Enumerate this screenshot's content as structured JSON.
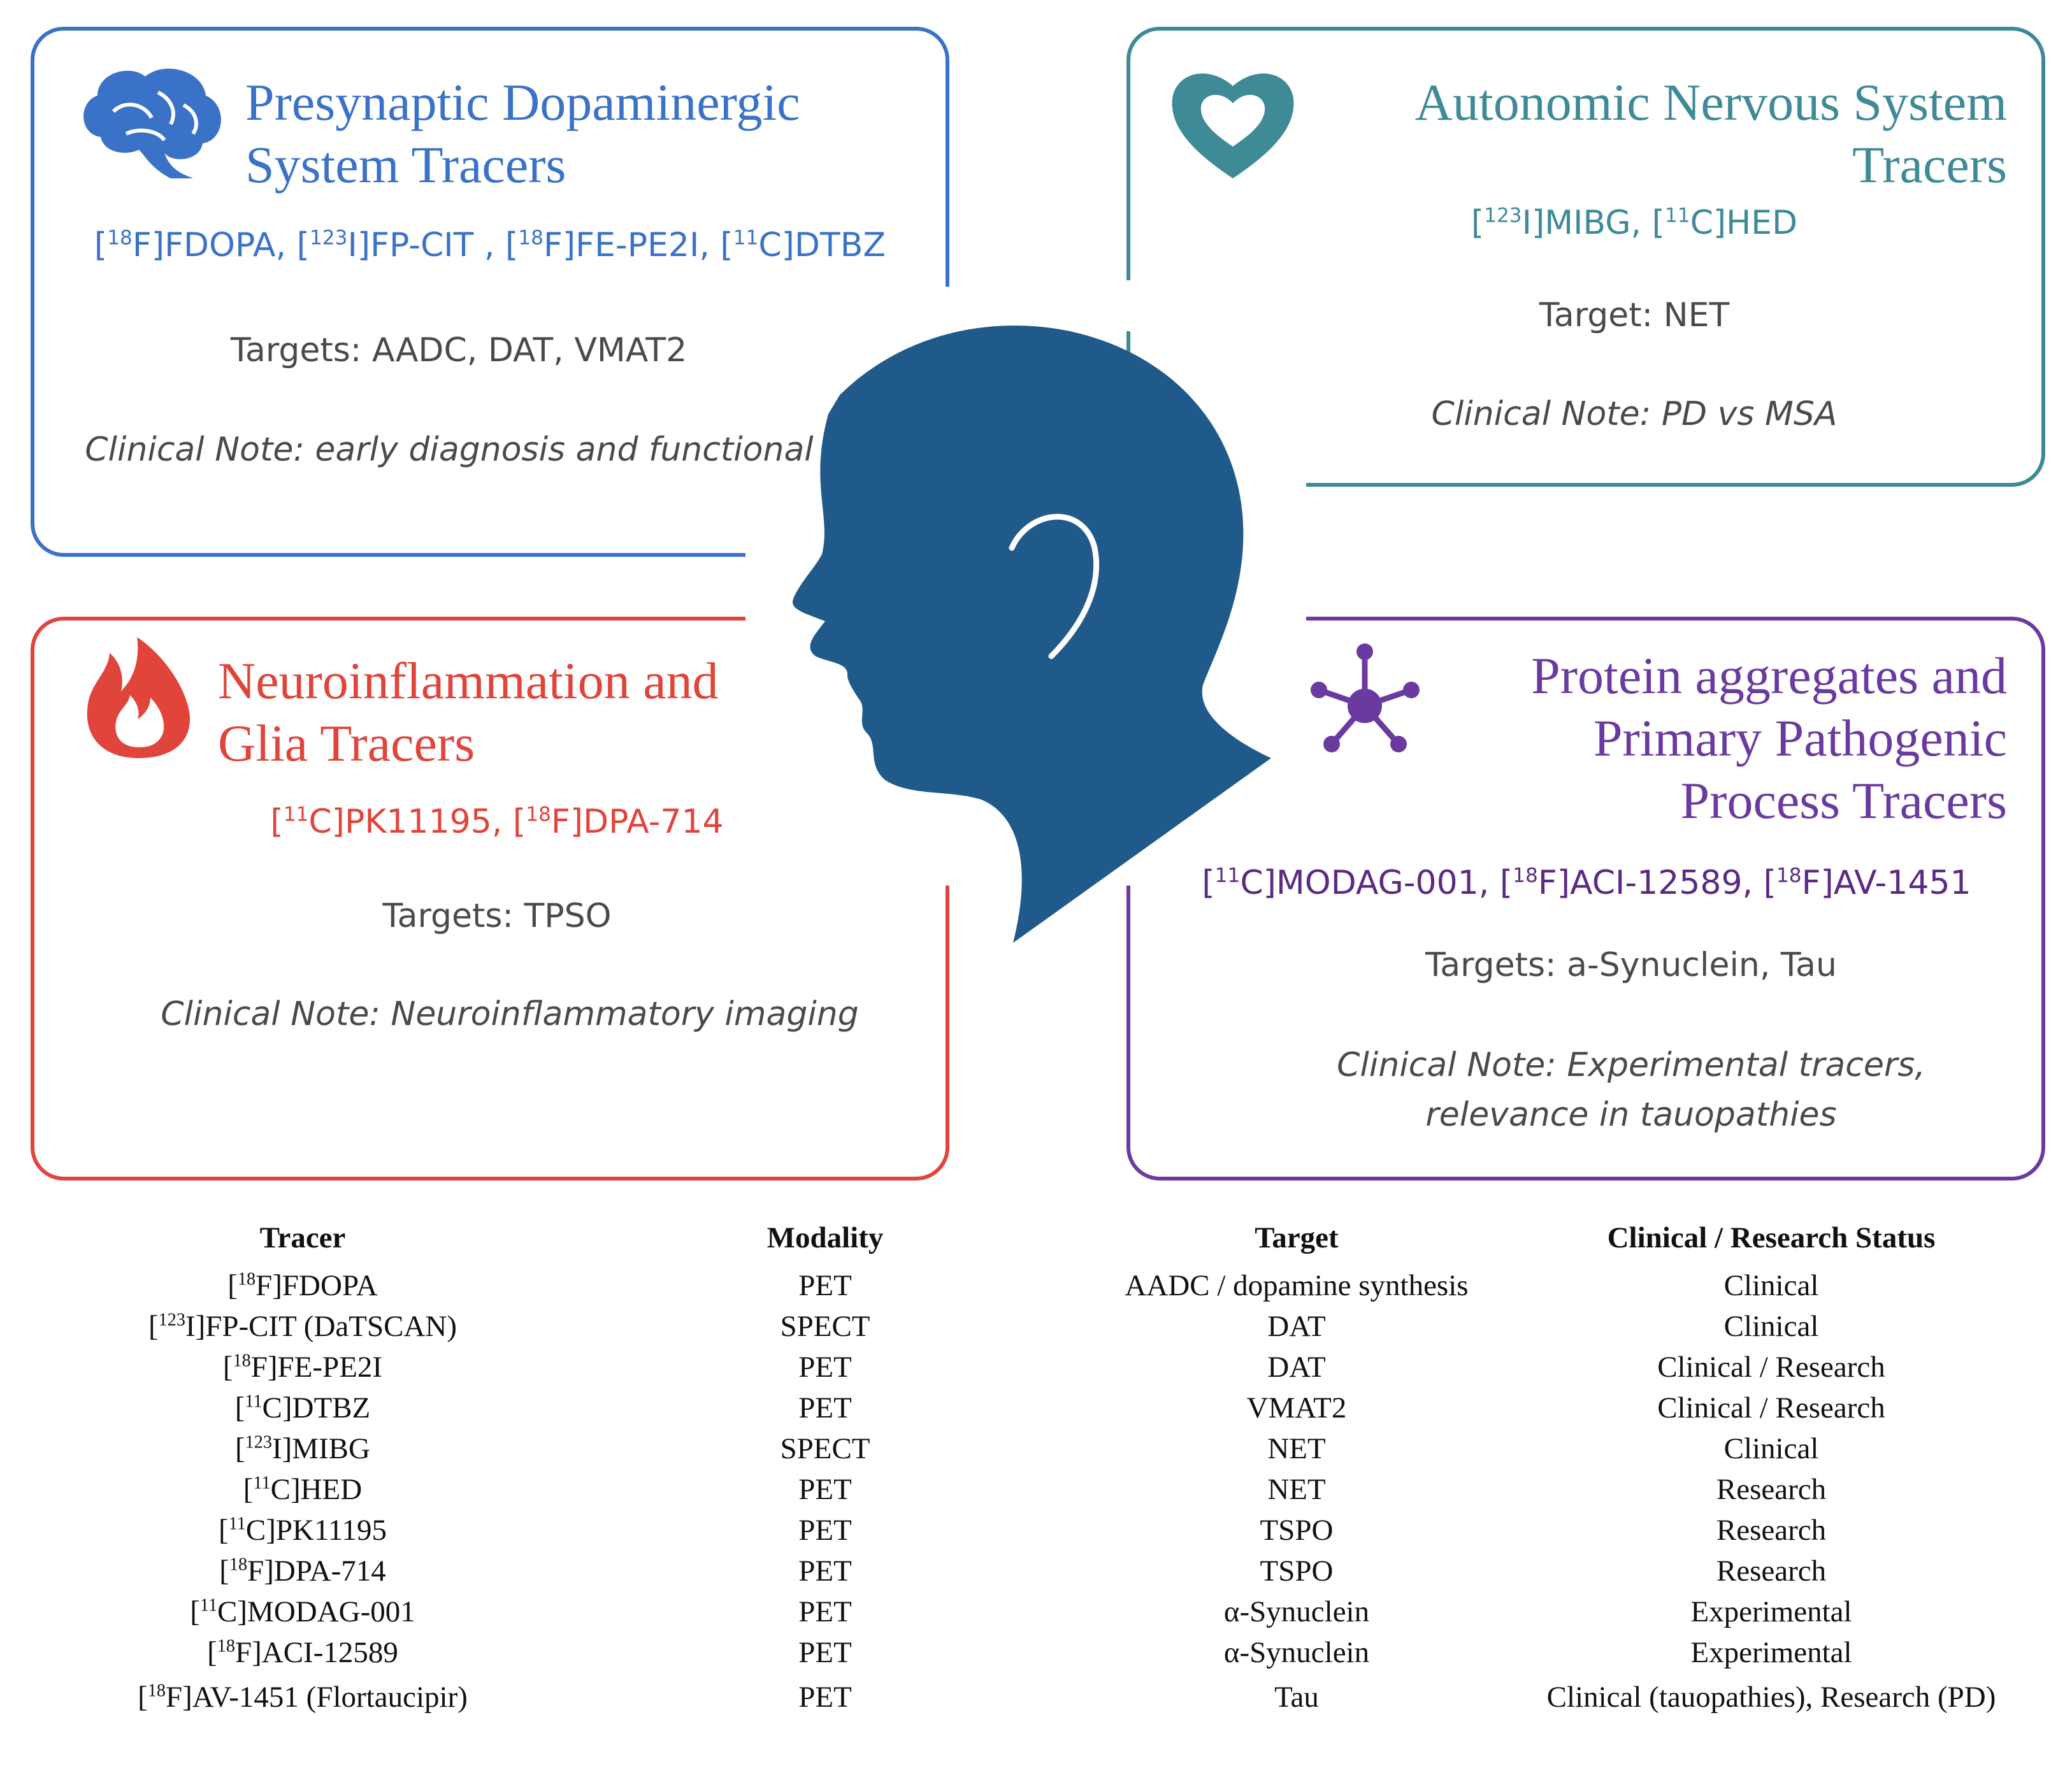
{
  "colors": {
    "presynaptic": "#3a72c8",
    "autonomic": "#3e8a97",
    "neuroinflammation": "#e0443a",
    "protein": "#6b3aa0",
    "head": "#1f5a8a",
    "body_text": "#4a4a4a"
  },
  "panels": {
    "presynaptic": {
      "title_line1": "Presynaptic Dopaminergic",
      "title_line2": "System Tracers",
      "icon": "brain-icon",
      "tracers": [
        {
          "sup": "18",
          "name": "F]FDOPA, "
        },
        {
          "sup": "123",
          "name": "I]FP-CIT , "
        },
        {
          "sup": "18",
          "name": "F]FE-PE2I, "
        },
        {
          "sup": "11",
          "name": "C]DTBZ"
        }
      ],
      "targets": "Targets: AADC, DAT, VMAT2",
      "note": "Clinical Note: early diagnosis and functional"
    },
    "autonomic": {
      "title_line1": "Autonomic Nervous System",
      "title_line2": "Tracers",
      "icon": "heart-icon",
      "tracers": [
        {
          "sup": "123",
          "name": "I]MIBG, "
        },
        {
          "sup": "11",
          "name": "C]HED"
        }
      ],
      "targets": "Target: NET",
      "note": "Clinical Note: PD vs MSA"
    },
    "neuroinflammation": {
      "title_line1": "Neuroinflammation and",
      "title_line2": "Glia Tracers",
      "icon": "flame-icon",
      "tracers": [
        {
          "sup": "11",
          "name": "C]PK11195, "
        },
        {
          "sup": "18",
          "name": "F]DPA-714"
        }
      ],
      "targets": "Targets: TPSO",
      "note": "Clinical Note: Neuroinflammatory imaging"
    },
    "protein": {
      "title_line1": "Protein aggregates and",
      "title_line2": "Primary Pathogenic",
      "title_line3": "Process Tracers",
      "icon": "molecule-icon",
      "tracers": [
        {
          "sup": "11",
          "name": "C]MODAG-001, "
        },
        {
          "sup": "18",
          "name": "F]ACI-12589, "
        },
        {
          "sup": "18",
          "name": "F]AV-1451"
        }
      ],
      "targets": "Targets: a-Synuclein, Tau",
      "note_line1": "Clinical Note: Experimental tracers,",
      "note_line2": "relevance in tauopathies"
    }
  },
  "table": {
    "headers": [
      "Tracer",
      "Modality",
      "Target",
      "Clinical / Research Status"
    ],
    "rows": [
      {
        "sup": "18",
        "tracer": "F]FDOPA",
        "modality": "PET",
        "target": "AADC / dopamine synthesis",
        "status": "Clinical"
      },
      {
        "sup": "123",
        "tracer": "I]FP-CIT (DaTSCAN)",
        "modality": "SPECT",
        "target": "DAT",
        "status": "Clinical"
      },
      {
        "sup": "18",
        "tracer": "F]FE-PE2I",
        "modality": "PET",
        "target": "DAT",
        "status": "Clinical / Research"
      },
      {
        "sup": "11",
        "tracer": "C]DTBZ",
        "modality": "PET",
        "target": "VMAT2",
        "status": "Clinical / Research"
      },
      {
        "sup": "123",
        "tracer": "I]MIBG",
        "modality": "SPECT",
        "target": "NET",
        "status": "Clinical"
      },
      {
        "sup": "11",
        "tracer": "C]HED",
        "modality": "PET",
        "target": "NET",
        "status": "Research"
      },
      {
        "sup": "11",
        "tracer": "C]PK11195",
        "modality": "PET",
        "target": "TSPO",
        "status": "Research"
      },
      {
        "sup": "18",
        "tracer": "F]DPA-714",
        "modality": "PET",
        "target": "TSPO",
        "status": "Research"
      },
      {
        "sup": "11",
        "tracer": "C]MODAG-001",
        "modality": "PET",
        "target": "α-Synuclein",
        "status": "Experimental"
      },
      {
        "sup": "18",
        "tracer": "F]ACI-12589",
        "modality": "PET",
        "target": "α-Synuclein",
        "status": "Experimental"
      },
      {
        "sup": "18",
        "tracer": "F]AV-1451 (Flortaucipir)",
        "modality": "PET",
        "target": "Tau",
        "status": "Clinical (tauopathies), Research (PD)"
      }
    ]
  }
}
